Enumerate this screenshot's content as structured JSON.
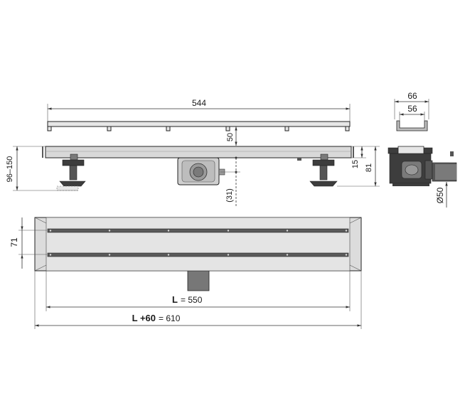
{
  "dimensions": {
    "grate_length": "544",
    "height_50": "50",
    "height_15": "15",
    "height_81": "81",
    "outlet_31": "(31)",
    "feet_range": "96–150",
    "width_66": "66",
    "width_56": "56",
    "outlet_diameter": "Ø50",
    "width_71": "71",
    "L_symbol": "L",
    "L_value": "= 550",
    "L60_symbol": "L +60",
    "L60_value": "= 610"
  },
  "colors": {
    "stainless": "#d9d9d9",
    "stainless_light": "#e6e6e6",
    "dark_part": "#3d3d3d",
    "mid_part": "#7a7a7a",
    "line": "#222222"
  }
}
